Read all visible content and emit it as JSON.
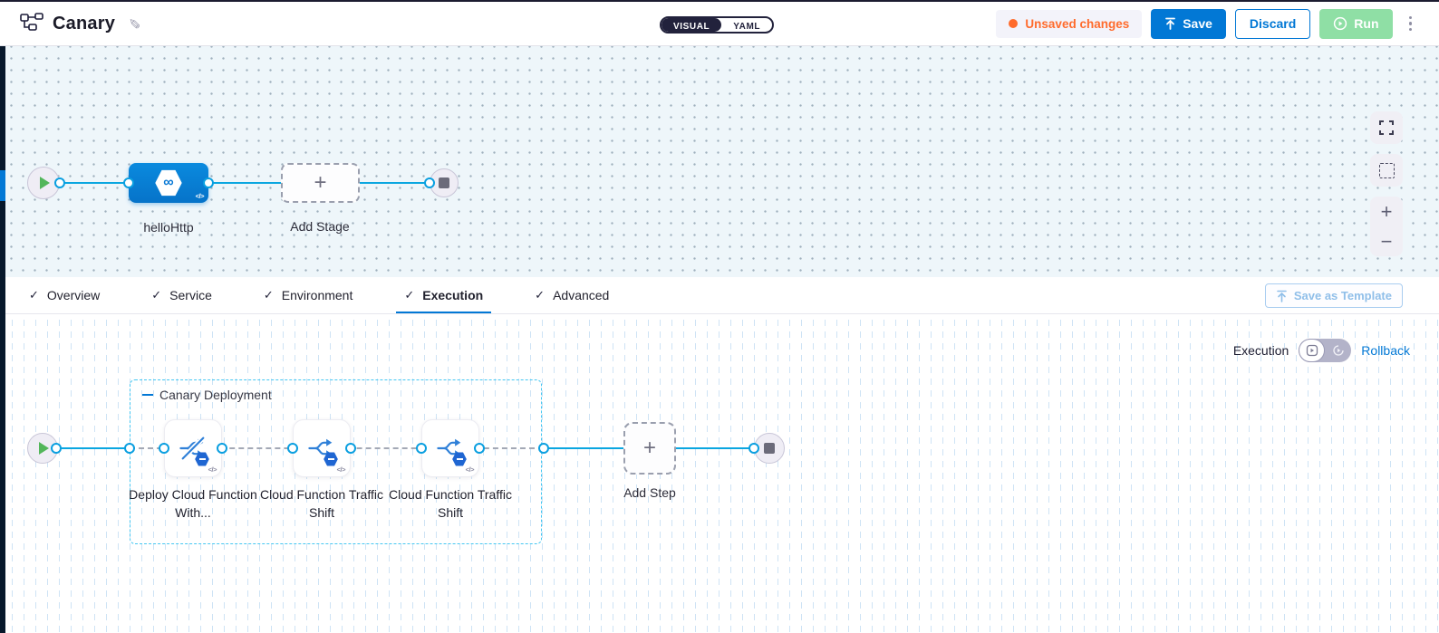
{
  "colors": {
    "accent_blue": "#0278d5",
    "flow_blue": "#0aa6e0",
    "unsaved_orange": "#ff6b2c",
    "run_green": "#8fdfa5",
    "group_dashed_border": "#45c7f2",
    "stage_blue": "#0778d5",
    "canvas_top_bg": "#eef6fa"
  },
  "header": {
    "title": "Canary",
    "mode_toggle": {
      "visual": "VISUAL",
      "yaml": "YAML",
      "active": "VISUAL"
    },
    "unsaved_changes": "Unsaved changes",
    "save": "Save",
    "discard": "Discard",
    "run": "Run"
  },
  "top_canvas": {
    "stage": {
      "label": "helloHttp",
      "icon_glyph": "∞",
      "code_glyph": "</>"
    },
    "add_stage": {
      "label": "Add Stage",
      "plus_glyph": "+"
    },
    "controls": {
      "zoom_in_glyph": "+",
      "zoom_out_glyph": "−"
    }
  },
  "tabs": {
    "check_glyph": "✓",
    "items": [
      {
        "label": "Overview"
      },
      {
        "label": "Service"
      },
      {
        "label": "Environment"
      },
      {
        "label": "Execution"
      },
      {
        "label": "Advanced"
      }
    ],
    "active_tab": "Execution",
    "save_as_template": "Save as Template"
  },
  "execution_panel": {
    "mode_label": "Execution",
    "rollback_label": "Rollback",
    "group_title": "Canary Deployment",
    "steps": [
      {
        "label": "Deploy Cloud Function With...",
        "code_glyph": "</>"
      },
      {
        "label": "Cloud Function Traffic Shift",
        "code_glyph": "</>"
      },
      {
        "label": "Cloud Function Traffic Shift",
        "code_glyph": "</>"
      }
    ],
    "add_step": {
      "label": "Add Step",
      "plus_glyph": "+"
    }
  }
}
